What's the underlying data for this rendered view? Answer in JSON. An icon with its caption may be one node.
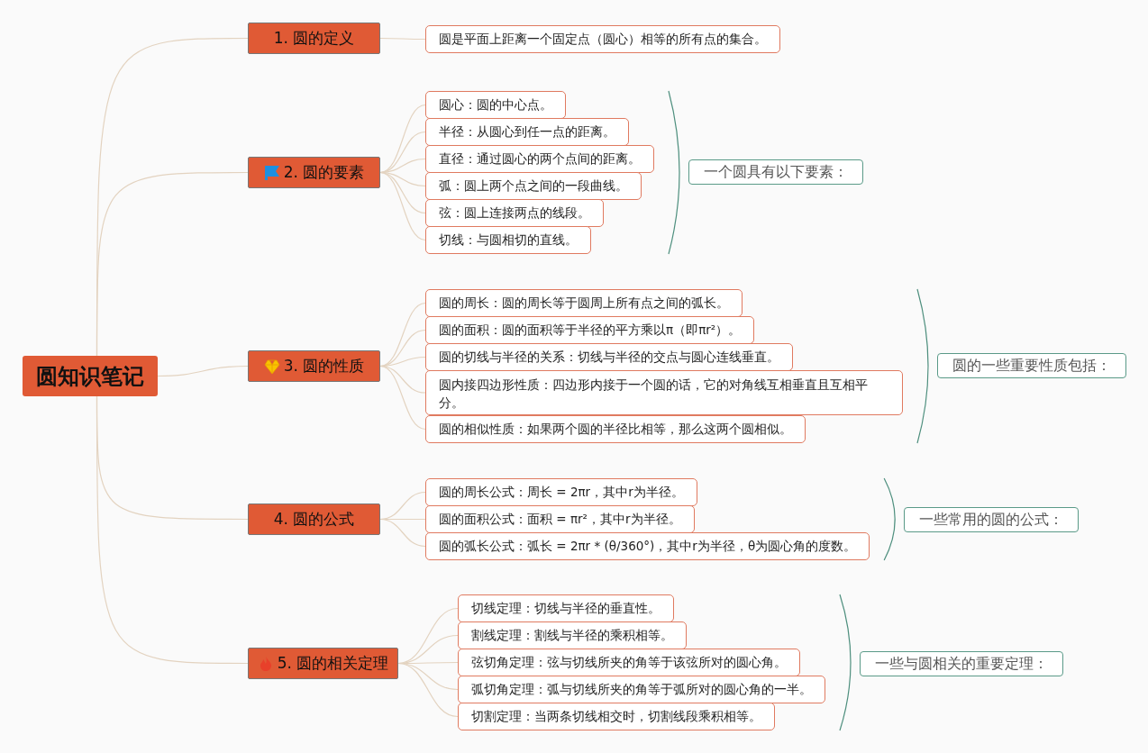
{
  "diagram": {
    "nodes": [
      {
        "text": [
          "圆知识笔记"
        ]
      },
      {
        "text": [
          "1. 圆的定义"
        ]
      },
      {
        "text": [
          "圆是平面上距离一个固定点（圆心）相等的所有点的集合。"
        ]
      },
      {
        "text": [
          "2. 圆的要素"
        ]
      },
      {
        "text": [
          "圆心：圆的中心点。"
        ]
      },
      {
        "text": [
          "半径：从圆心到任一点的距离。"
        ]
      },
      {
        "text": [
          "直径：通过圆心的两个点间的距离。"
        ]
      },
      {
        "text": [
          "弧：圆上两个点之间的一段曲线。"
        ]
      },
      {
        "text": [
          "弦：圆上连接两点的线段。"
        ]
      },
      {
        "text": [
          "切线：与圆相切的直线。"
        ]
      },
      {
        "text": [
          "一个圆具有以下要素："
        ]
      },
      {
        "text": [
          "3. 圆的性质"
        ]
      },
      {
        "text": [
          "圆的周长：圆的周长等于圆周上所有点之间的弧长。"
        ]
      },
      {
        "text": [
          "圆的面积：圆的面积等于半径的平方乘以π（即πr²）。"
        ]
      },
      {
        "text": [
          "圆的切线与半径的关系：切线与半径的交点与圆心连线垂直。"
        ]
      },
      {
        "text": [
          "圆内接四边形性质：四边形内接于一个圆的话，它的对角线互相垂直且互相平分。"
        ]
      },
      {
        "text": [
          "圆的相似性质：如果两个圆的半径比相等，那么这两个圆相似。"
        ]
      },
      {
        "text": [
          "圆的一些重要性质包括："
        ]
      },
      {
        "text": [
          "4. 圆的公式"
        ]
      },
      {
        "text": [
          "圆的周长公式：周长 = 2πr，其中r为半径。"
        ]
      },
      {
        "text": [
          "圆的面积公式：面积 = πr²，其中r为半径。"
        ]
      },
      {
        "text": [
          "圆的弧长公式：弧长 = 2πr * (θ/360°)，其中r为半径，θ为圆心角的度数。"
        ]
      },
      {
        "text": [
          "一些常用的圆的公式："
        ]
      },
      {
        "text": [
          "5. 圆的相关定理"
        ]
      },
      {
        "text": [
          "切线定理：切线与半径的垂直性。"
        ]
      },
      {
        "text": [
          "割线定理：割线与半径的乘积相等。"
        ]
      },
      {
        "text": [
          "弦切角定理：弦与切线所夹的角等于该弦所对的圆心角。"
        ]
      },
      {
        "text": [
          "弧切角定理：弧与切线所夹的角等于弧所对的圆心角的一半。"
        ]
      },
      {
        "text": [
          "切割定理：当两条切线相交时，切割线段乘积相等。"
        ]
      },
      {
        "text": [
          "一些与圆相关的重要定理："
        ]
      }
    ],
    "edges": [
      {
        "from": 0,
        "to": 1,
        "arrow": "none"
      },
      {
        "from": 0,
        "to": 3,
        "arrow": "none"
      },
      {
        "from": 0,
        "to": 11,
        "arrow": "none"
      },
      {
        "from": 0,
        "to": 18,
        "arrow": "none"
      },
      {
        "from": 0,
        "to": 23,
        "arrow": "none"
      },
      {
        "from": 1,
        "to": 2,
        "arrow": "none"
      },
      {
        "from": 3,
        "to": 4,
        "arrow": "none"
      },
      {
        "from": 3,
        "to": 5,
        "arrow": "none"
      },
      {
        "from": 3,
        "to": 6,
        "arrow": "none"
      },
      {
        "from": 3,
        "to": 7,
        "arrow": "none"
      },
      {
        "from": 3,
        "to": 8,
        "arrow": "none"
      },
      {
        "from": 3,
        "to": 9,
        "arrow": "none"
      },
      {
        "from": 11,
        "to": 12,
        "arrow": "none"
      },
      {
        "from": 11,
        "to": 13,
        "arrow": "none"
      },
      {
        "from": 11,
        "to": 14,
        "arrow": "none"
      },
      {
        "from": 11,
        "to": 15,
        "arrow": "none"
      },
      {
        "from": 11,
        "to": 16,
        "arrow": "none"
      },
      {
        "from": 18,
        "to": 19,
        "arrow": "none"
      },
      {
        "from": 18,
        "to": 20,
        "arrow": "none"
      },
      {
        "from": 18,
        "to": 21,
        "arrow": "none"
      },
      {
        "from": 23,
        "to": 24,
        "arrow": "none"
      },
      {
        "from": 23,
        "to": 25,
        "arrow": "none"
      },
      {
        "from": 23,
        "to": 26,
        "arrow": "none"
      },
      {
        "from": 23,
        "to": 27,
        "arrow": "none"
      },
      {
        "from": 23,
        "to": 28,
        "arrow": "none"
      }
    ]
  }
}
